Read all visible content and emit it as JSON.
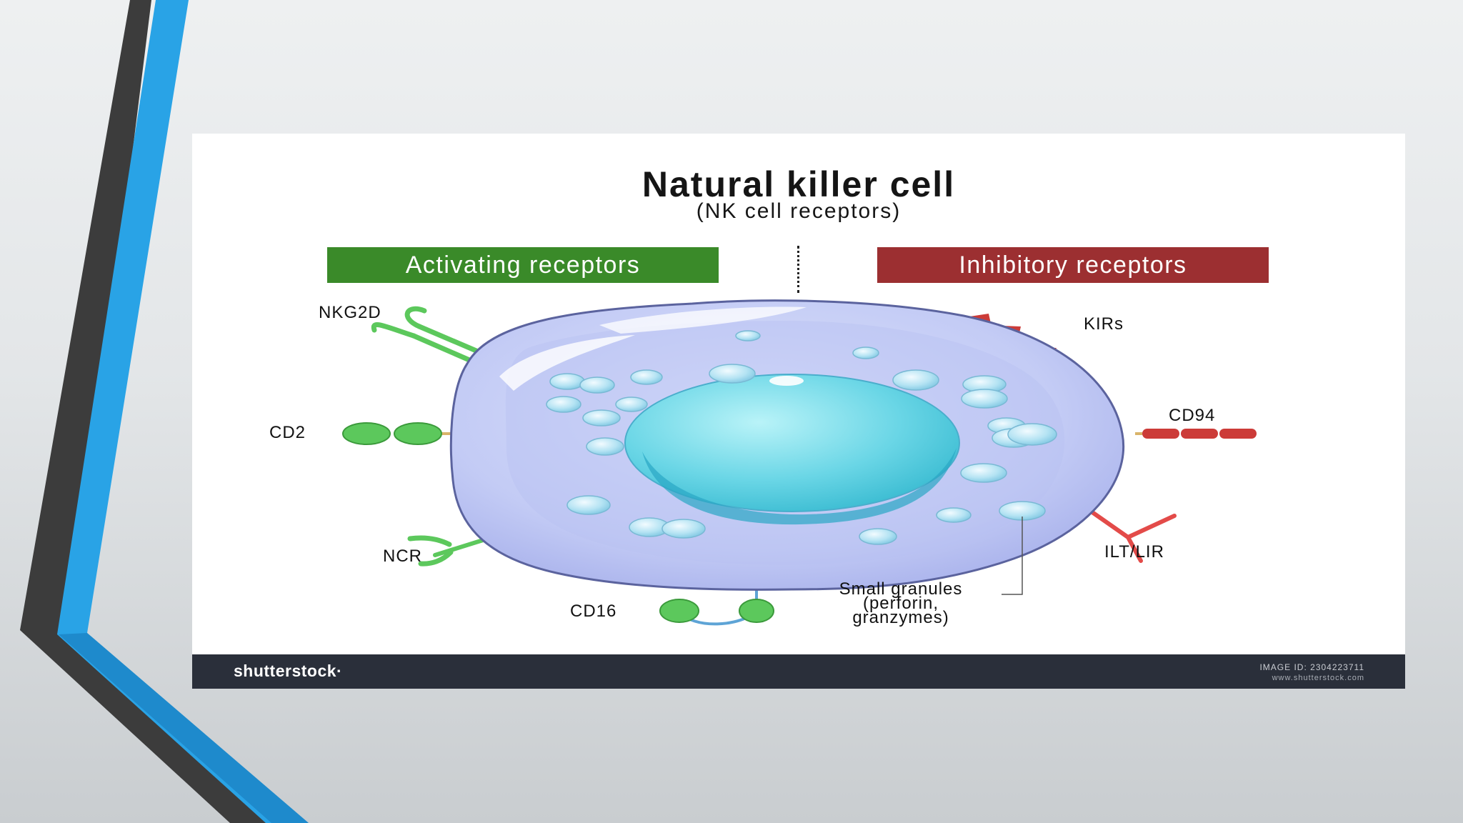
{
  "diagram": {
    "title": "Natural killer cell",
    "subtitle": "(NK cell receptors)",
    "activating_label": "Activating receptors",
    "inhibitory_label": "Inhibitory receptors",
    "receptors": {
      "nkg2d": "NKG2D",
      "cd2": "CD2",
      "ncr": "NCR",
      "cd16": "CD16",
      "kirs": "KIRs",
      "cd94": "CD94",
      "ilt_lir": "ILT/LIR"
    },
    "granules": {
      "line1": "Small granules",
      "line2": "(perforin,",
      "line3": "granzymes)"
    }
  },
  "watermark": {
    "brand": "shutterstock·",
    "image_id": "IMAGE ID: 2304223711",
    "url": "www.shutterstock.com"
  },
  "colors": {
    "activating": "#3a8a29",
    "inhibitory": "#9c2f31",
    "receptor_green": "#5cc85c",
    "receptor_red": "#cc3b38",
    "accent_blue": "#29a3e6",
    "dark_stripe": "#3c3c3c"
  }
}
